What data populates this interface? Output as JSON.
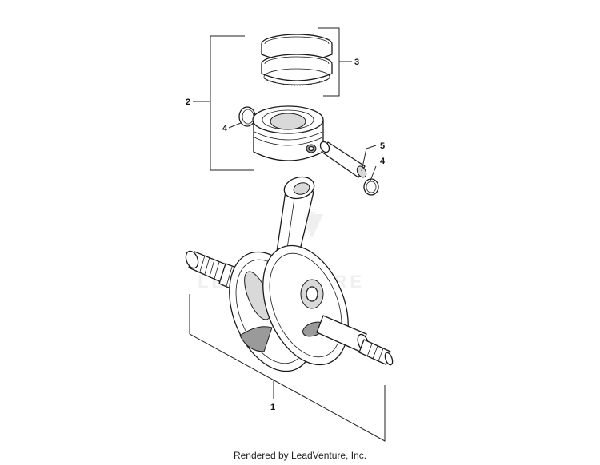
{
  "callouts": {
    "c1": "1",
    "c2": "2",
    "c3": "3",
    "c4a": "4",
    "c4b": "4",
    "c5": "5"
  },
  "watermark": "LEADVENTURE",
  "footer": "Rendered by LeadVenture, Inc."
}
